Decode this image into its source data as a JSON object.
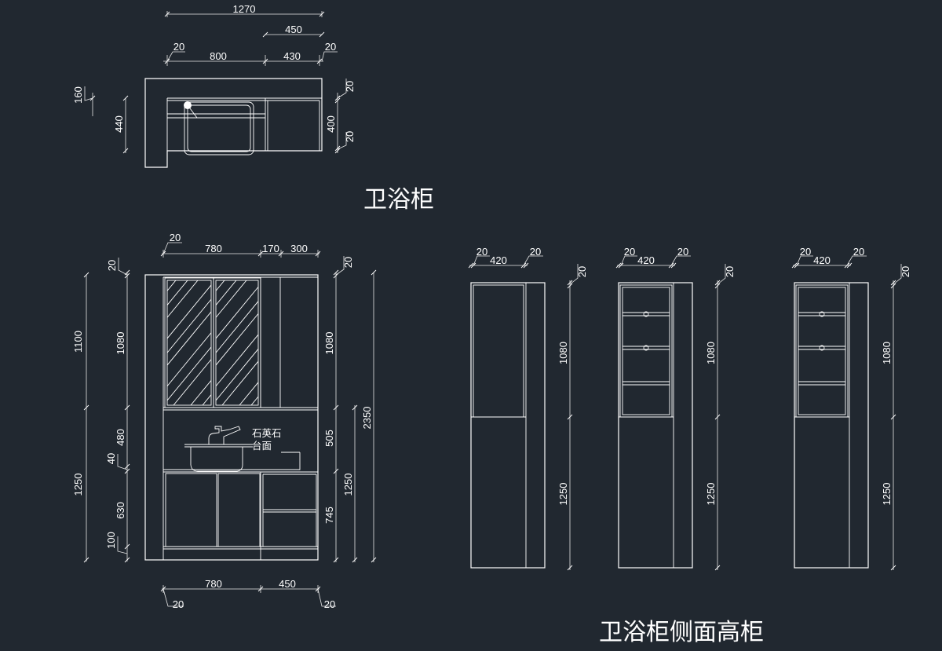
{
  "titles": {
    "plan": "卫浴柜",
    "side": "卫浴柜侧面高柜"
  },
  "annotation": {
    "line1": "石英石",
    "line2": "台面"
  },
  "plan_dims": {
    "top_total": "1270",
    "top_right": "450",
    "left_edge": "20",
    "mid_left": "800",
    "mid_right": "430",
    "right_edge": "20",
    "left_upper": "160",
    "left_height": "440",
    "right_top": "20",
    "right_mid": "400",
    "right_bottom": "20"
  },
  "front_dims": {
    "top_edge_left": "20",
    "top_w1": "780",
    "top_w2": "170",
    "top_w3": "300",
    "left_top_edge": "20",
    "right_top_edge": "20",
    "left_upper_total": "1100",
    "left_upper_inner": "1080",
    "left_lower_total": "1250",
    "left_480": "480",
    "left_40": "40",
    "left_630": "630",
    "left_100": "100",
    "right_1080": "1080",
    "right_505": "505",
    "right_1250": "1250",
    "right_745": "745",
    "right_2350": "2350",
    "bottom_780": "780",
    "bottom_450": "450",
    "bottom_left_edge": "20",
    "bottom_right_edge": "20"
  },
  "side_dims": [
    {
      "left_edge": "20",
      "width": "420",
      "right_edge": "20",
      "top_edge": "20",
      "upper": "1080",
      "lower": "1250"
    },
    {
      "left_edge": "20",
      "width": "420",
      "right_edge": "20",
      "top_edge": "20",
      "upper": "1080",
      "lower": "1250"
    },
    {
      "left_edge": "20",
      "width": "420",
      "right_edge": "20",
      "top_edge": "20",
      "upper": "1080",
      "lower": "1250"
    }
  ]
}
